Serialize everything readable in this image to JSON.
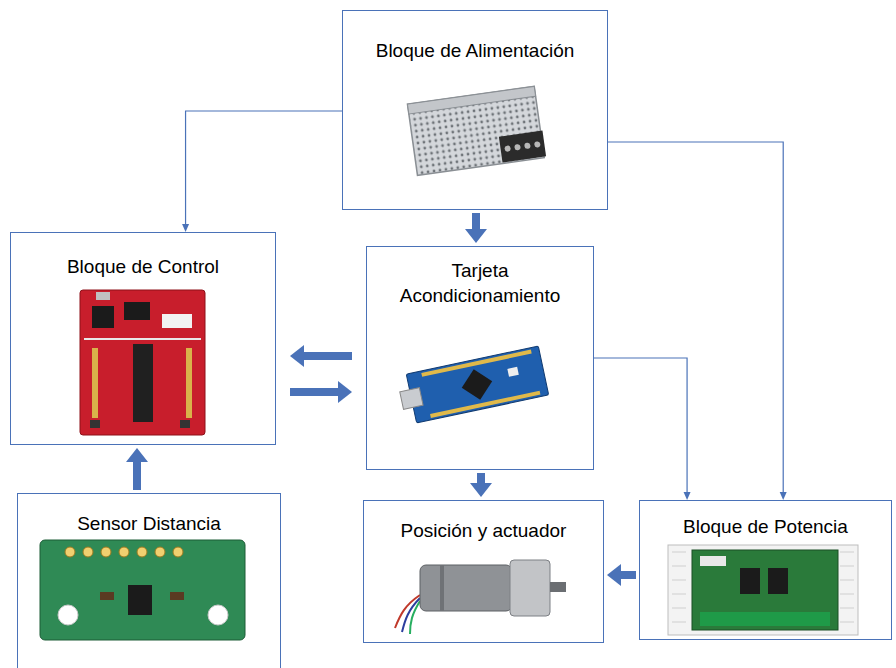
{
  "diagram": {
    "nodes": [
      {
        "text": [
          "Bloque de Alimentación"
        ]
      },
      {
        "text": [
          "Bloque de Control"
        ]
      },
      {
        "text": [
          "Tarjeta Acondicionamiento"
        ]
      },
      {
        "text": [
          "Sensor Distancia"
        ]
      },
      {
        "text": [
          "Posición y actuador"
        ]
      },
      {
        "text": [
          "Bloque de Potencia"
        ]
      }
    ],
    "edges": [
      {
        "from": 0,
        "to": 1,
        "arrow": "to"
      },
      {
        "from": 0,
        "to": 2,
        "arrow": "to"
      },
      {
        "from": 0,
        "to": 5,
        "arrow": "to"
      },
      {
        "from": 2,
        "to": 1,
        "arrow": "to"
      },
      {
        "from": 1,
        "to": 2,
        "arrow": "to"
      },
      {
        "from": 3,
        "to": 1,
        "arrow": "to"
      },
      {
        "from": 2,
        "to": 4,
        "arrow": "to"
      },
      {
        "from": 2,
        "to": 5,
        "arrow": "to"
      },
      {
        "from": 5,
        "to": 4,
        "arrow": "to"
      }
    ]
  }
}
